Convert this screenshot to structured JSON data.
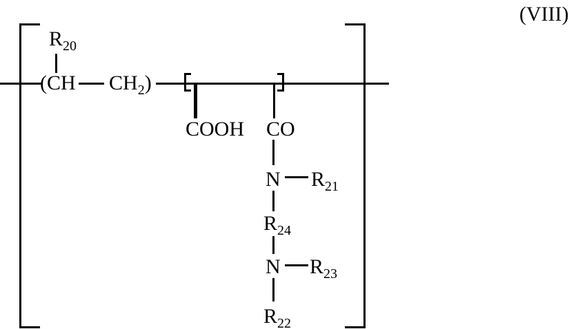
{
  "colors": {
    "ink": "#000000",
    "background": "#ffffff"
  },
  "formula": {
    "label": "(VIII)",
    "backbone": {
      "r20_symbol": "R",
      "r20_sub": "20",
      "unit_open": "(CH",
      "ch2_main": "CH",
      "ch2_sub": "2",
      "ch2_close": ")"
    },
    "pendants": {
      "cooh": "COOH",
      "co": "CO",
      "n_upper": "N",
      "r21_symbol": "R",
      "r21_sub": "21",
      "r24_symbol": "R",
      "r24_sub": "24",
      "n_lower": "N",
      "r23_symbol": "R",
      "r23_sub": "23",
      "r22_symbol": "R",
      "r22_sub": "22"
    }
  }
}
